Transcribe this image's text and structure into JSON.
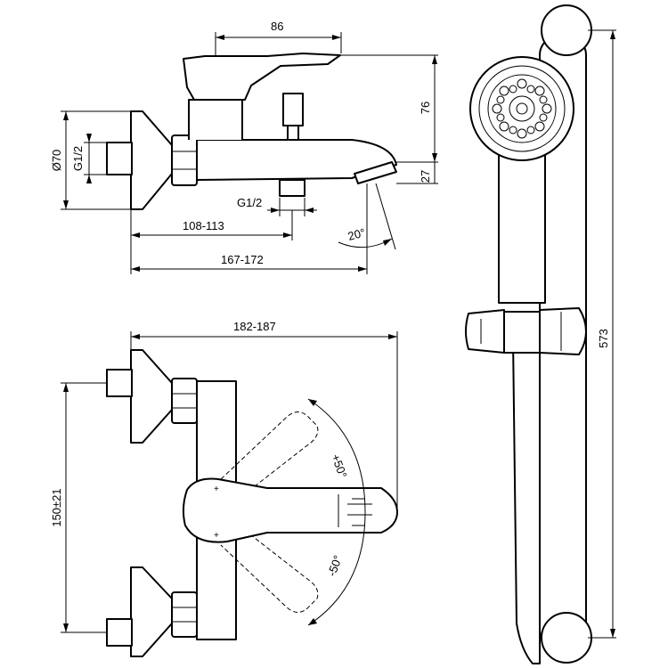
{
  "dimensions": {
    "lever_depth": "86",
    "body_height": "76",
    "spout_drop": "27",
    "rosette_diameter": "Ø70",
    "inlet_thread": "G1/2",
    "outlet_thread": "G1/2",
    "wall_to_outlet": "108-113",
    "wall_to_spout": "167-172",
    "spout_angle": "20°",
    "front_width": "182-187",
    "inlet_spacing": "150±21",
    "lever_up": "+50°",
    "lever_down": "-50°",
    "rail_length": "573"
  }
}
